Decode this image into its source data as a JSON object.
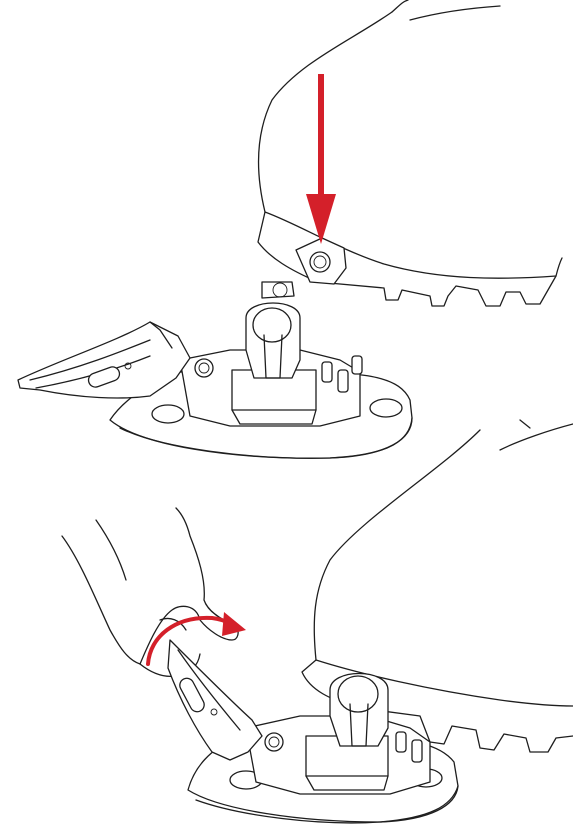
{
  "figure": {
    "panels": [
      {
        "step": "press-heel-into-binding",
        "arrow_direction": "down"
      },
      {
        "step": "pull-lever-up",
        "arrow_direction": "curved-clockwise"
      }
    ],
    "colors": {
      "line": "#1e1e1e",
      "arrow": "#d4202a",
      "background": "#ffffff"
    }
  }
}
